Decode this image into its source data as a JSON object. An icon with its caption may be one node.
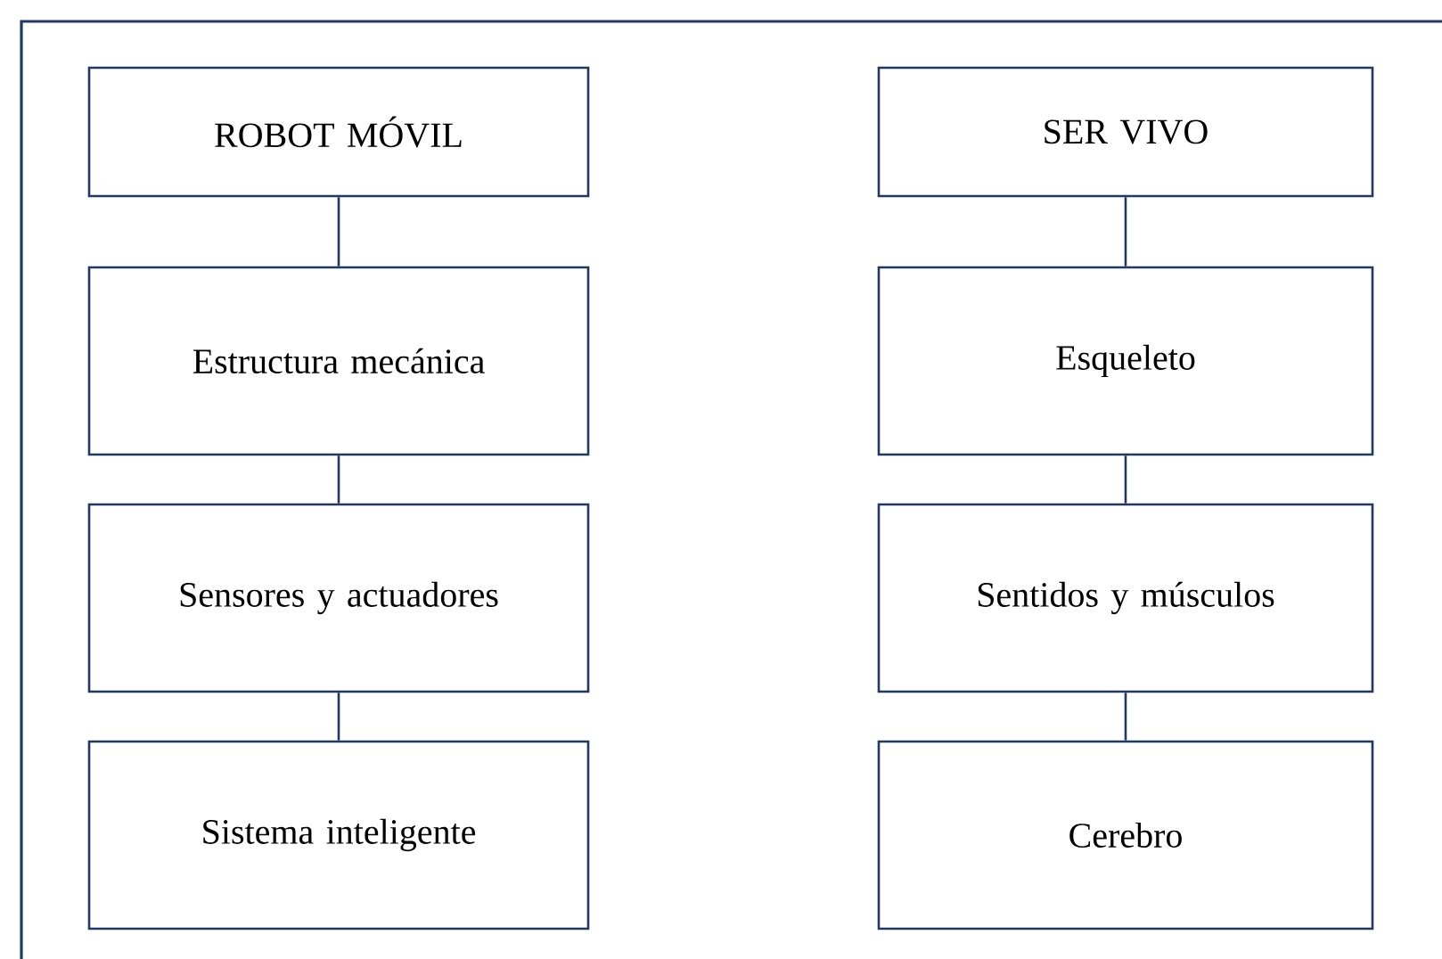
{
  "diagram": {
    "nodes": [
      {
        "text": [
          "ROBOT MÓVIL"
        ]
      },
      {
        "text": [
          "Estructura mecánica"
        ]
      },
      {
        "text": [
          "Sensores y actuadores"
        ]
      },
      {
        "text": [
          "Sistema inteligente"
        ]
      },
      {
        "text": [
          "SER VIVO"
        ]
      },
      {
        "text": [
          "Esqueleto"
        ]
      },
      {
        "text": [
          "Sentidos y músculos"
        ]
      },
      {
        "text": [
          "Cerebro"
        ]
      }
    ],
    "edges": [
      {
        "from": 0,
        "to": 1,
        "arrow": "none"
      },
      {
        "from": 1,
        "to": 2,
        "arrow": "none"
      },
      {
        "from": 2,
        "to": 3,
        "arrow": "none"
      },
      {
        "from": 4,
        "to": 5,
        "arrow": "none"
      },
      {
        "from": 5,
        "to": 6,
        "arrow": "none"
      },
      {
        "from": 6,
        "to": 7,
        "arrow": "none"
      }
    ]
  }
}
